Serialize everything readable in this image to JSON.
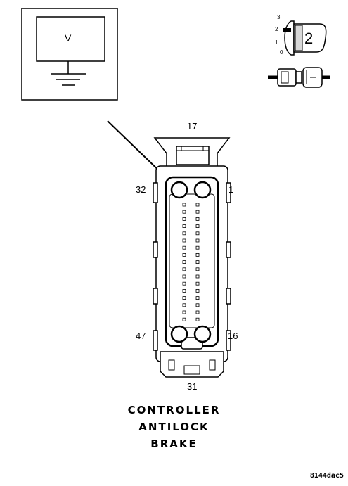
{
  "meter": {
    "symbol": "V"
  },
  "ignition": {
    "positions": [
      "3",
      "2",
      "1",
      "0"
    ],
    "selected": "2"
  },
  "connector": {
    "pin_labels": {
      "top": "17",
      "upper_left": "32",
      "upper_right": "1",
      "lower_left": "47",
      "lower_right": "16",
      "bottom": "31"
    }
  },
  "caption": {
    "line1": "CONTROLLER",
    "line2": "ANTILOCK",
    "line3": "BRAKE"
  },
  "figure_code": "8144dac5",
  "colors": {
    "ink": "#000000",
    "fill": "#ffffff",
    "shade": "#d8d8d8"
  }
}
